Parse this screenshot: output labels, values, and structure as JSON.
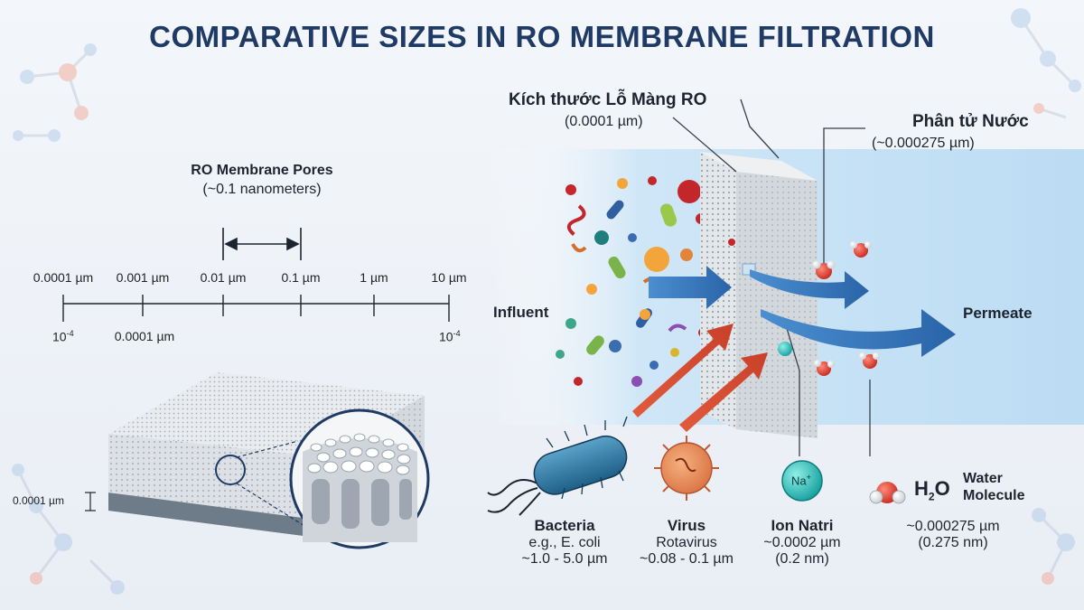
{
  "title": "COMPARATIVE SIZES IN RO MEMBRANE FILTRATION",
  "scale": {
    "pores_title": "RO Membrane Pores",
    "pores_subtitle": "(~0.1 nanometers)",
    "top_ticks": [
      "0.0001 µm",
      "0.001 µm",
      "0.01 µm",
      "0.1 µm",
      "1 µm",
      "10 µm"
    ],
    "bottom_left_base": "10",
    "bottom_left_exp": "-4",
    "bottom_mid": "0.0001 µm",
    "bottom_right_base": "10",
    "bottom_right_exp": "-4"
  },
  "membrane_block": {
    "thickness_label": "0.0001 µm"
  },
  "process": {
    "pore_title": "Kích thước Lỗ Màng RO",
    "pore_value": "(0.0001 µm)",
    "water_title": "Phân tử Nước",
    "water_value": "(~0.000275 µm)",
    "influent": "Influent",
    "permeate": "Permeate"
  },
  "legend": {
    "bacteria": {
      "name": "Bacteria",
      "line1": "e.g., E. coli",
      "line2": "~1.0 - 5.0 µm"
    },
    "virus": {
      "name": "Virus",
      "line1": "Rotavirus",
      "line2": "~0.08 - 0.1 µm"
    },
    "ion": {
      "name": "Ion Natri",
      "symbol": "Na",
      "charge": "+",
      "line1": "~0.0002 µm",
      "line2": "(0.2 nm)"
    },
    "water": {
      "formula_base": "H",
      "formula_sub": "2",
      "formula_end": "O",
      "name_line1": "Water",
      "name_line2": "Molecule",
      "line1": "~0.000275 µm",
      "line2": "(0.275 nm)"
    }
  }
}
